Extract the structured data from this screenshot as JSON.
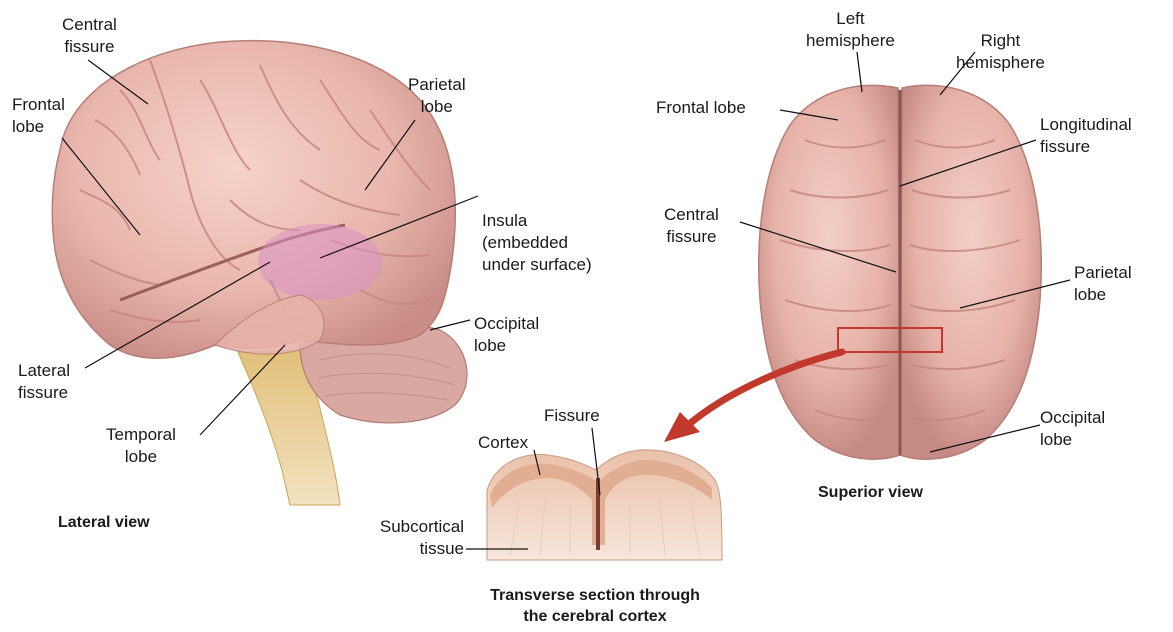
{
  "lateral": {
    "central_fissure": [
      "Central",
      "fissure"
    ],
    "frontal_lobe": [
      "Frontal",
      "lobe"
    ],
    "parietal_lobe": [
      "Parietal",
      "lobe"
    ],
    "insula": [
      "Insula",
      "(embedded",
      "under surface)"
    ],
    "occipital_lobe": [
      "Occipital",
      "lobe"
    ],
    "lateral_fissure": [
      "Lateral",
      "fissure"
    ],
    "temporal_lobe": [
      "Temporal",
      "lobe"
    ],
    "caption": "Lateral view"
  },
  "superior": {
    "left_hemisphere": [
      "Left",
      "hemisphere"
    ],
    "right_hemisphere": [
      "Right",
      "hemisphere"
    ],
    "frontal_lobe": "Frontal lobe",
    "longitudinal_fissure": [
      "Longitudinal",
      "fissure"
    ],
    "central_fissure": [
      "Central",
      "fissure"
    ],
    "parietal_lobe": [
      "Parietal",
      "lobe"
    ],
    "occipital_lobe": [
      "Occipital",
      "lobe"
    ],
    "caption": "Superior view"
  },
  "section": {
    "fissure": "Fissure",
    "cortex": "Cortex",
    "subcortical_tissue": [
      "Subcortical",
      "tissue"
    ],
    "caption": [
      "Transverse section through",
      "the cerebral cortex"
    ]
  },
  "colors": {
    "brain": "#e9b7ad",
    "brain_shadow": "#c98c86",
    "insula": "#d98fc4",
    "brainstem": "#d9b667",
    "cerebellum": "#d9a8a0",
    "section_tissue": "#f3dccd",
    "section_cortex": "#e0ab8e",
    "highlight_box": "#c0392b",
    "arrow": "#c0392b"
  }
}
